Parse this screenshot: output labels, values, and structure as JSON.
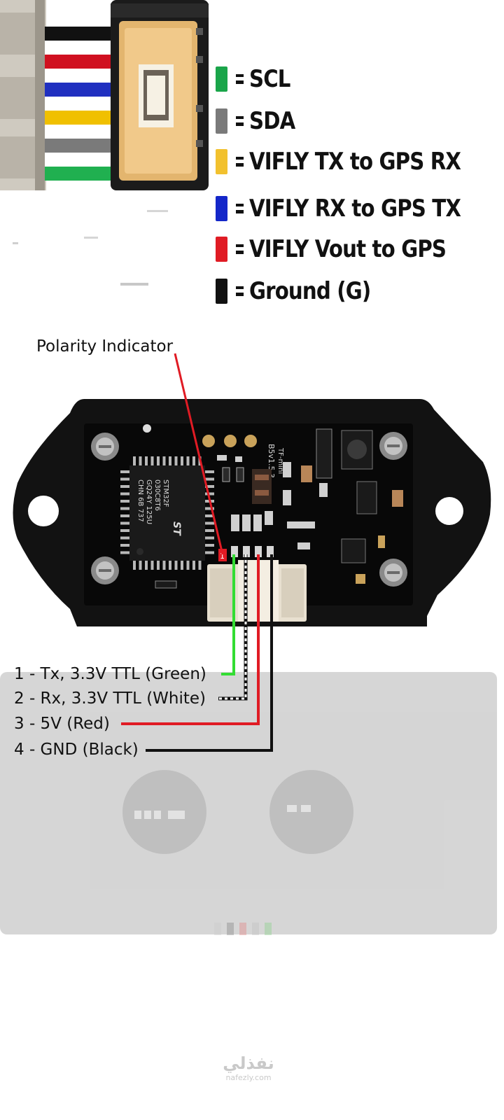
{
  "gps_legend": [
    {
      "label": "SCL",
      "color": "#1aa54a"
    },
    {
      "label": "SDA",
      "color": "#7a7a7a"
    },
    {
      "label": "VIFLY TX to GPS RX",
      "color": "#f2c12e"
    },
    {
      "label": "VIFLY RX to GPS TX",
      "color": "#1427c9"
    },
    {
      "label": "VIFLY Vout to GPS",
      "color": "#e01b24"
    },
    {
      "label": "Ground (G)",
      "color": "#111111"
    }
  ],
  "gps_wire_colors": [
    "#111111",
    "#ffffff",
    "#d01020",
    "#ffffff",
    "#2030c0",
    "#ffffff",
    "#f0c000",
    "#ffffff",
    "#7a7a7a",
    "#ffffff",
    "#20b050"
  ],
  "polarity_label": "Polarity Indicator",
  "board_markings": {
    "chip_text": [
      "STM32F",
      "030C8T6",
      "GQ24Y 125U",
      "CHN 6B 737"
    ],
    "chip_logo": "ST",
    "model": "TF-mini",
    "version": "B5v1.5.3",
    "pin_one": "1"
  },
  "pin_labels": [
    {
      "text": "1 - Tx, 3.3V TTL (Green)",
      "color": "#33dd33"
    },
    {
      "text": "2 - Rx, 3.3V TTL (White)",
      "color": "#ffffff"
    },
    {
      "text": "3 - 5V (Red)",
      "color": "#e01b24"
    },
    {
      "text": "4 - GND (Black)",
      "color": "#111111"
    }
  ],
  "watermark": {
    "arabic": "نفذلي",
    "latin": "nafezly.com"
  }
}
